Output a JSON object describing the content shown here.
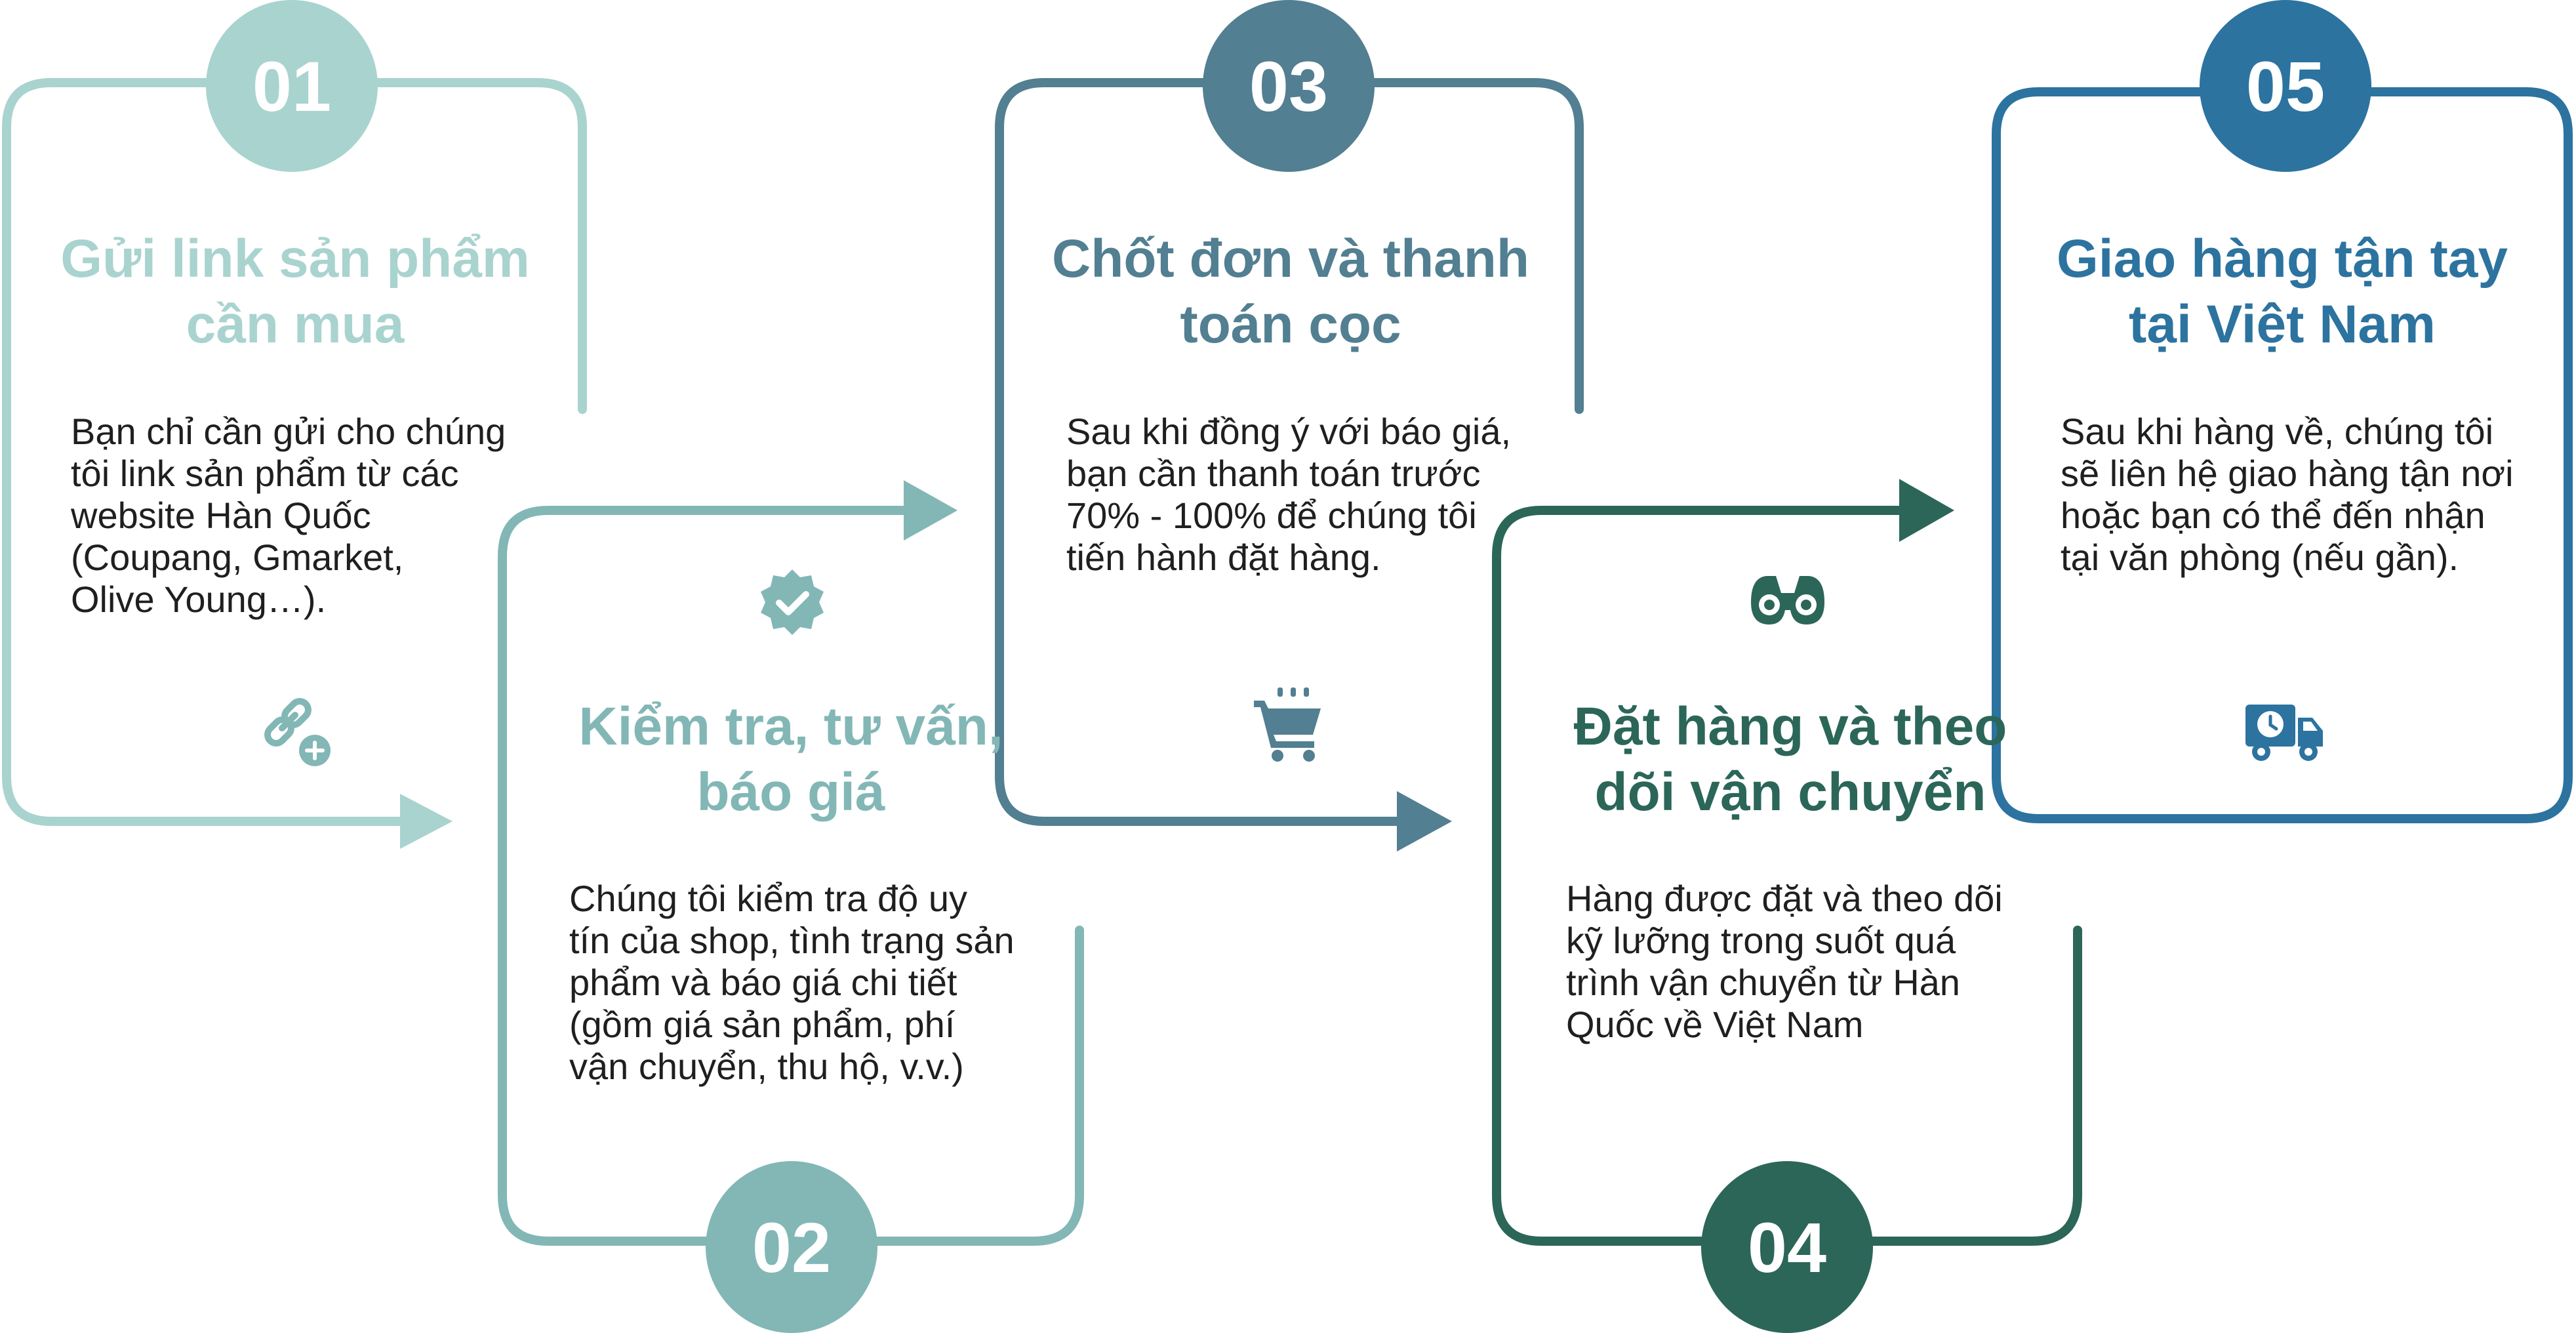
{
  "palette": {
    "step1": "#a9d3cf",
    "step2": "#82b7b6",
    "step3": "#527f91",
    "step4": "#2b6659",
    "step5": "#2c73a0"
  },
  "steps": [
    {
      "number": "01",
      "title_line1": "Gửi link sản phẩm",
      "title_line2": "cần mua",
      "desc_lines": [
        "Bạn chỉ cần gửi cho chúng",
        "tôi link sản phẩm từ các",
        "website Hàn Quốc",
        "(Coupang, Gmarket,",
        "Olive Young…)."
      ],
      "icon": "link-add-icon"
    },
    {
      "number": "02",
      "title_line1": "Kiểm tra, tư vấn,",
      "title_line2": "báo giá",
      "desc_lines": [
        "Chúng tôi kiểm tra độ uy",
        "tín của shop, tình trạng sản",
        "phẩm và báo giá chi tiết",
        "(gồm giá sản phẩm, phí",
        "vận chuyển, thu hộ, v.v.)"
      ],
      "icon": "verified-badge-icon"
    },
    {
      "number": "03",
      "title_line1": "Chốt đơn và thanh",
      "title_line2": "toán cọc",
      "desc_lines": [
        "Sau khi đồng ý với báo giá,",
        "bạn cần thanh toán trước",
        "70% - 100% để chúng tôi",
        "tiến hành đặt hàng."
      ],
      "icon": "shopping-cart-icon"
    },
    {
      "number": "04",
      "title_line1": "Đặt hàng và theo",
      "title_line2": "dõi vận chuyển",
      "desc_lines": [
        "Hàng được đặt và theo dõi",
        "kỹ lưỡng trong suốt quá",
        "trình vận chuyển từ Hàn",
        "Quốc về Việt Nam"
      ],
      "icon": "binoculars-icon"
    },
    {
      "number": "05",
      "title_line1": "Giao hàng tận tay",
      "title_line2": "tại Việt Nam",
      "desc_lines": [
        "Sau khi hàng về, chúng tôi",
        "sẽ liên hệ giao hàng tận nơi",
        "hoặc bạn có thể đến nhận",
        "tại văn phòng (nếu gần)."
      ],
      "icon": "delivery-truck-icon"
    }
  ]
}
